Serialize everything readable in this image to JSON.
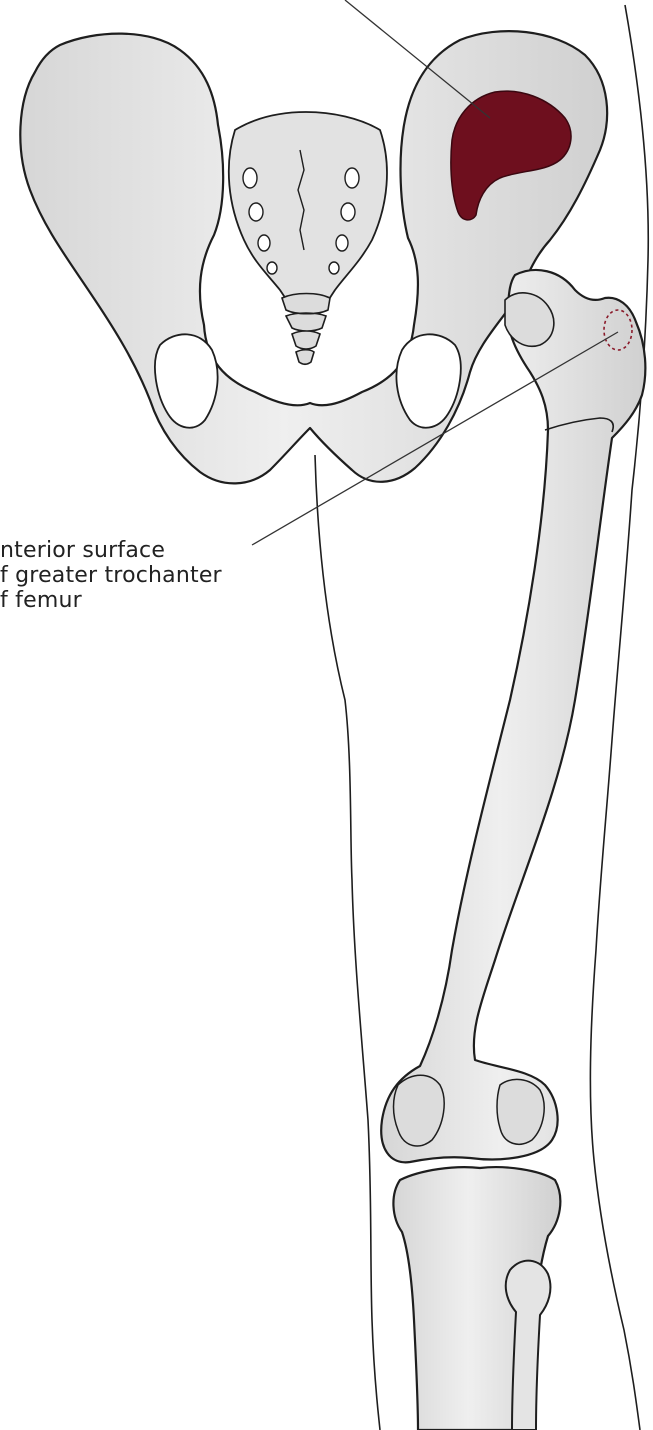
{
  "figure": {
    "label_lines": [
      "nterior surface",
      "f greater trochanter",
      "f femur"
    ],
    "colors": {
      "bone_fill": "#ebebeb",
      "bone_shade": "#d2d2d2",
      "outline": "#1e1e1e",
      "highlight": "#6e0f1e",
      "leader": "#333333"
    },
    "parts": [
      "pelvis",
      "sacrum",
      "femur",
      "patella",
      "tibia",
      "fibula",
      "thigh-contour"
    ]
  }
}
